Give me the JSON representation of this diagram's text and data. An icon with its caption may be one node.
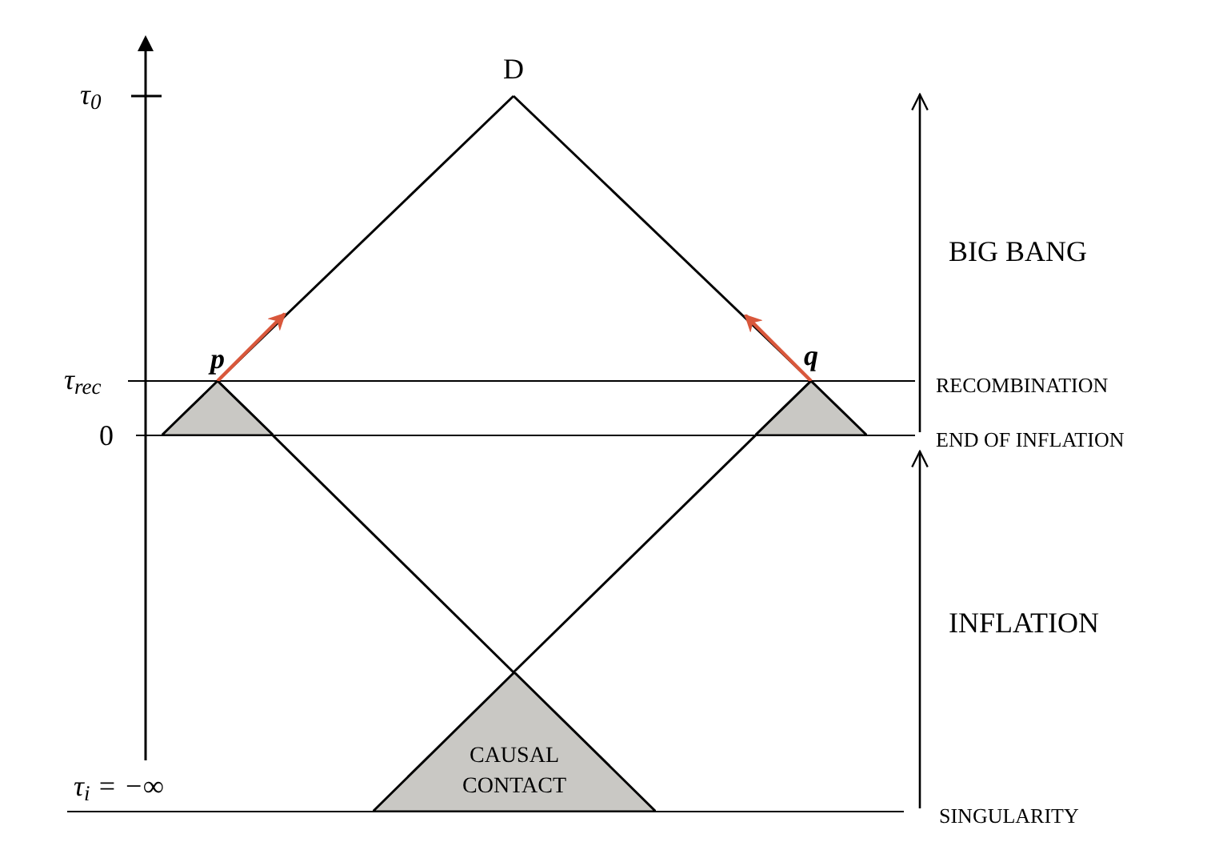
{
  "diagram": {
    "nodes": [
      {
        "text": [
          "D"
        ]
      },
      {
        "text": [
          "p"
        ]
      },
      {
        "text": [
          "q"
        ]
      },
      {
        "text": [],
        "shape": "triangle"
      },
      {
        "text": [],
        "shape": "triangle"
      },
      {
        "text": [
          "CAUSAL CONTACT"
        ]
      }
    ],
    "edges": [
      {
        "from": 1,
        "to": 0,
        "arrow": "none"
      },
      {
        "from": 2,
        "to": 0,
        "arrow": "none"
      },
      {
        "from": 1,
        "to": 5,
        "arrow": "none"
      },
      {
        "from": 2,
        "to": 5,
        "arrow": "none"
      },
      {
        "from": 1,
        "to": null,
        "arrow": "to",
        "color": "#d9573b"
      },
      {
        "from": 2,
        "to": null,
        "arrow": "to",
        "color": "#d9573b"
      }
    ],
    "labels": [
      "τ$_{0}$",
      "BIG BANG",
      "τ$_{rec}$",
      "RECOMBINATION",
      "0",
      "END OF INFLATION",
      "INFLATION",
      "τ$_{i}$ = −∞",
      "SINGULARITY"
    ]
  }
}
